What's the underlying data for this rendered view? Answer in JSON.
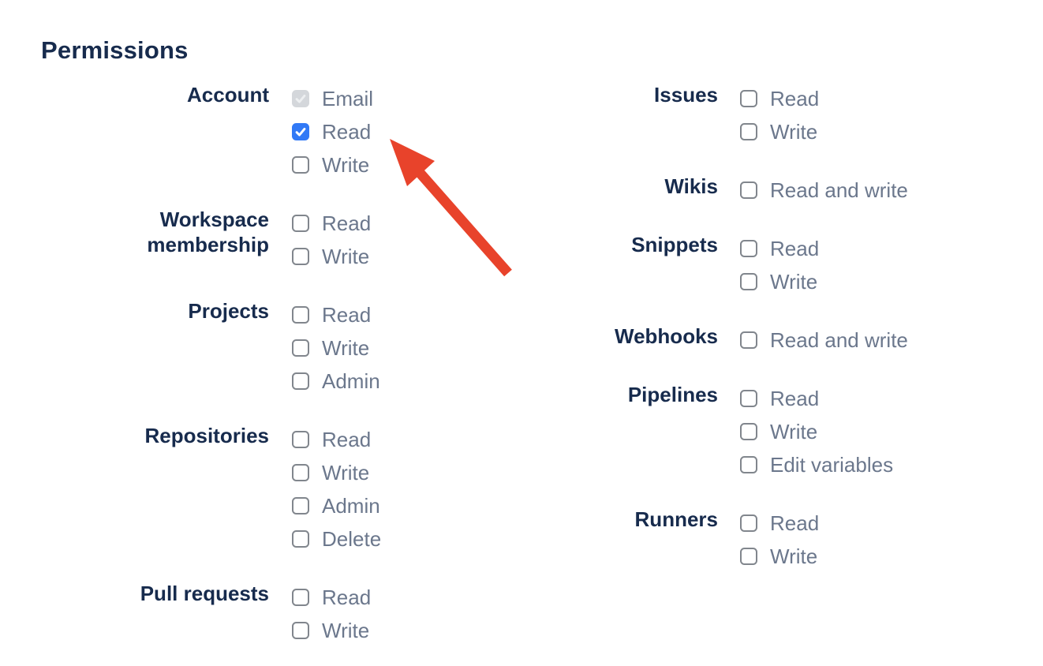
{
  "heading": "Permissions",
  "arrow": {
    "color": "#E8432B",
    "points_to": "Account Read checkbox"
  },
  "colors": {
    "heading_text": "#172B4D",
    "group_label_text": "#172B4D",
    "option_label_text": "#6B778C",
    "checkbox_checked_bg": "#3179F6",
    "checkbox_disabled_bg": "#D4D7DB",
    "checkbox_border": "#81868D",
    "background": "#FFFFFF"
  },
  "columns": [
    {
      "groups": [
        {
          "label": "Account",
          "options": [
            {
              "label": "Email",
              "state": "checked-disabled"
            },
            {
              "label": "Read",
              "state": "checked"
            },
            {
              "label": "Write",
              "state": "unchecked"
            }
          ]
        },
        {
          "label": "Workspace membership",
          "wrap": true,
          "options": [
            {
              "label": "Read",
              "state": "unchecked"
            },
            {
              "label": "Write",
              "state": "unchecked"
            }
          ]
        },
        {
          "label": "Projects",
          "options": [
            {
              "label": "Read",
              "state": "unchecked"
            },
            {
              "label": "Write",
              "state": "unchecked"
            },
            {
              "label": "Admin",
              "state": "unchecked"
            }
          ]
        },
        {
          "label": "Repositories",
          "options": [
            {
              "label": "Read",
              "state": "unchecked"
            },
            {
              "label": "Write",
              "state": "unchecked"
            },
            {
              "label": "Admin",
              "state": "unchecked"
            },
            {
              "label": "Delete",
              "state": "unchecked"
            }
          ]
        },
        {
          "label": "Pull requests",
          "options": [
            {
              "label": "Read",
              "state": "unchecked"
            },
            {
              "label": "Write",
              "state": "unchecked"
            }
          ]
        }
      ]
    },
    {
      "groups": [
        {
          "label": "Issues",
          "options": [
            {
              "label": "Read",
              "state": "unchecked"
            },
            {
              "label": "Write",
              "state": "unchecked"
            }
          ]
        },
        {
          "label": "Wikis",
          "options": [
            {
              "label": "Read and write",
              "state": "unchecked"
            }
          ]
        },
        {
          "label": "Snippets",
          "options": [
            {
              "label": "Read",
              "state": "unchecked"
            },
            {
              "label": "Write",
              "state": "unchecked"
            }
          ]
        },
        {
          "label": "Webhooks",
          "options": [
            {
              "label": "Read and write",
              "state": "unchecked"
            }
          ]
        },
        {
          "label": "Pipelines",
          "options": [
            {
              "label": "Read",
              "state": "unchecked"
            },
            {
              "label": "Write",
              "state": "unchecked"
            },
            {
              "label": "Edit variables",
              "state": "unchecked"
            }
          ]
        },
        {
          "label": "Runners",
          "options": [
            {
              "label": "Read",
              "state": "unchecked"
            },
            {
              "label": "Write",
              "state": "unchecked"
            }
          ]
        }
      ]
    }
  ]
}
